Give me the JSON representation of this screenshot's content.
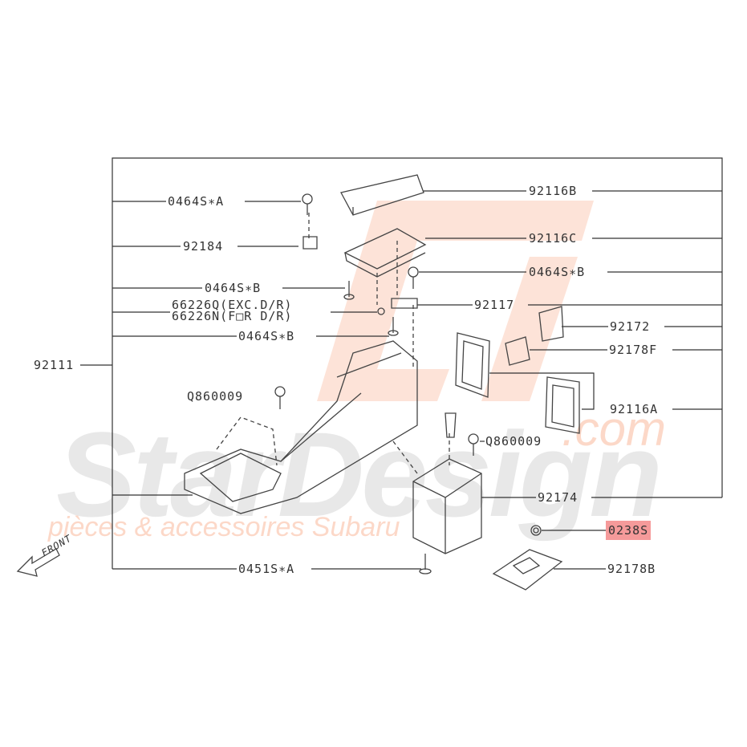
{
  "watermark": {
    "brand": "StarDesign",
    "domain": ".com",
    "tagline": "pièces & accessoires Subaru"
  },
  "front_label": "FRONT",
  "labels": {
    "l_0464SA": "0464S∗A",
    "l_92184": "92184",
    "l_92116B": "92116B",
    "l_92116C": "92116C",
    "l_0464SB_right": "0464S∗B",
    "l_0464SB_1": "0464S∗B",
    "l_66226Q": "66226Q(EXC.D/R)",
    "l_66226N": "66226N(F□R D/R)",
    "l_92117": "92117",
    "l_92172": "92172",
    "l_0464SB_2": "0464S∗B",
    "l_92111": "92111",
    "l_92178F": "92178F",
    "l_Q860009_left": "Q860009",
    "l_92116A": "92116A",
    "l_Q860009_right": "Q860009",
    "l_92174": "92174",
    "l_0238S": "0238S",
    "l_0451SA": "0451S∗A",
    "l_92178B": "92178B"
  },
  "colors": {
    "line": "#333333",
    "highlight": "#f59a9a",
    "watermark_gray": "#e6e6e6",
    "watermark_orange": "#fbd9cc"
  }
}
